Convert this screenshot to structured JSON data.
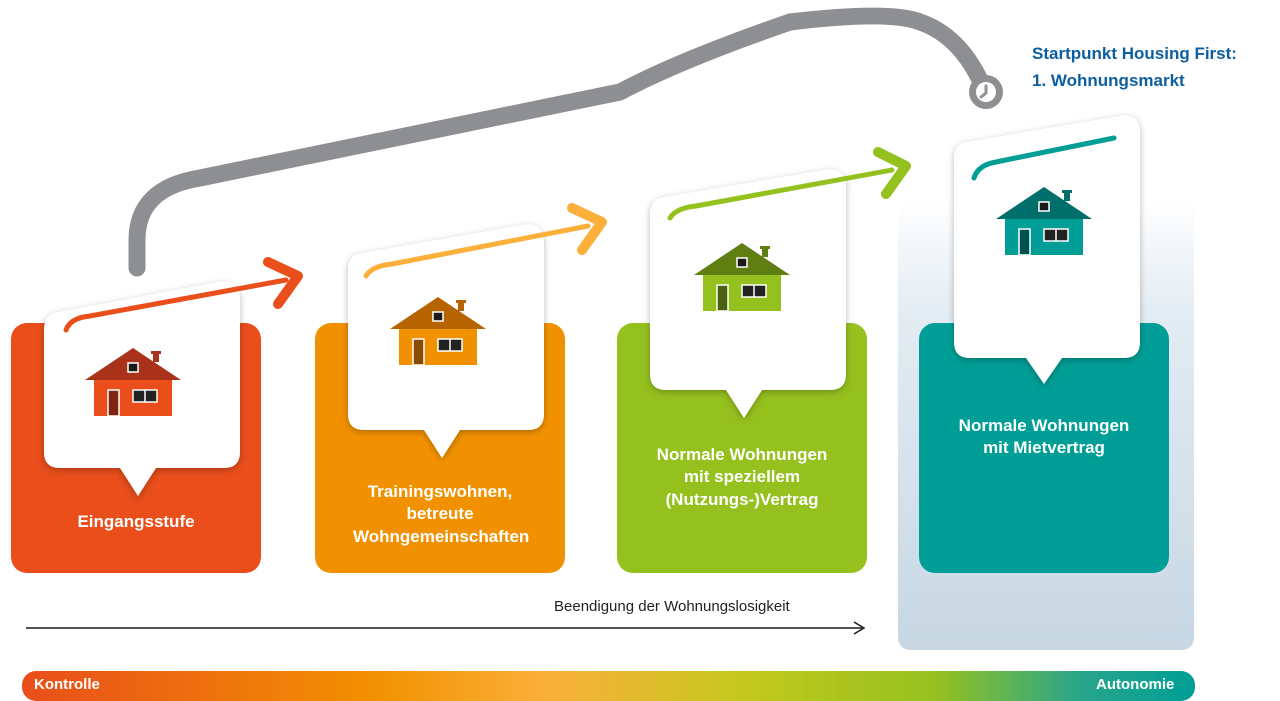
{
  "callout": {
    "line1": "Startpunkt Housing First:",
    "line2": "1. Wohnungsmarkt"
  },
  "stages": [
    {
      "label": "Eingangsstufe",
      "color": "#e94e1b"
    },
    {
      "label": "Trainingswohnen, betreute Wohngemeinschaften",
      "color": "#f29100"
    },
    {
      "label": "Normale Wohnungen mit speziellem (Nutzungs-)Vertrag",
      "color": "#95c11f"
    },
    {
      "label": "Normale Wohnungen mit Mietvertrag",
      "color": "#009e96"
    }
  ],
  "axis": {
    "label": "Beendigung der Wohnungslosigkeit"
  },
  "bar": {
    "left_label": "Kontrolle",
    "right_label": "Autonomie"
  },
  "colors": {
    "grey_arrow": "#8e8f93",
    "highlight_bg": "#c9d8e4",
    "title": "#0e5fa0"
  }
}
